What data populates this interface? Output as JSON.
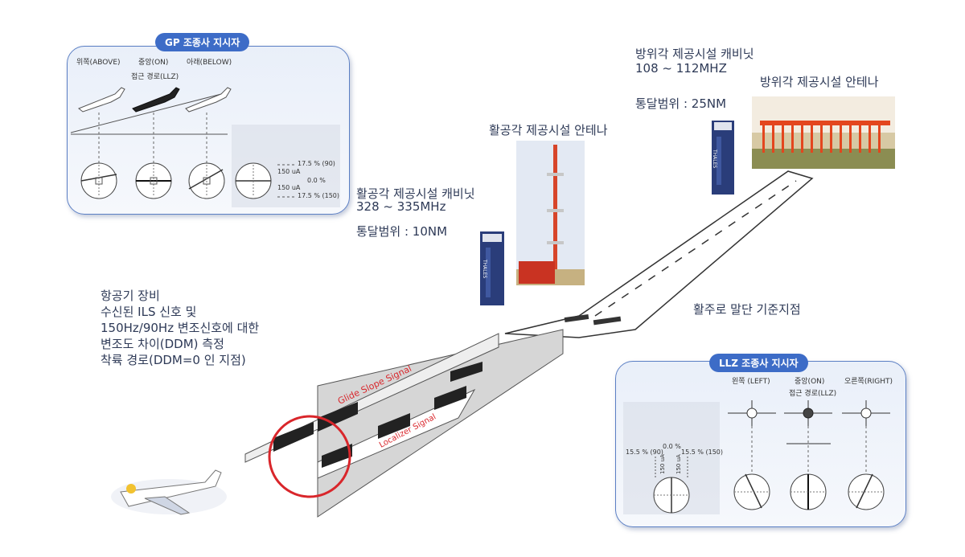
{
  "gp_panel": {
    "title": "GP 조종사 지시자",
    "label_above": "위쪽(ABOVE)",
    "label_on": "중앙(ON)",
    "label_below": "아래(BELOW)",
    "label_path": "접근 경로(LLZ)",
    "scale_top": "17.5 % (90)",
    "scale_ua_top": "150 uA",
    "scale_mid": "0.0 %",
    "scale_ua_bottom": "150 uA",
    "scale_bottom": "17.5 % (150)"
  },
  "llz_panel": {
    "title": "LLZ 조종사 지시자",
    "label_left": "왼쪽 (LEFT)",
    "label_on": "중앙(ON)",
    "label_right": "오른쪽(RIGHT)",
    "label_path": "접근 경로(LLZ)",
    "scale_left": "15.5 % (90)",
    "scale_mid": "0.0 %",
    "scale_right": "15.5 % (150)",
    "ua_left": "150 uA",
    "ua_right": "150 uA"
  },
  "localizer": {
    "cabinet_title": "방위각 제공시설 캐비닛",
    "cabinet_freq": "108 ~ 112MHZ",
    "cabinet_range": "통달범위 : 25NM",
    "antenna_label": "방위각 제공시설 안테나"
  },
  "glideslope": {
    "antenna_label": "활공각 제공시설 안테나",
    "cabinet_title": "활공각 제공시설 캐비닛",
    "cabinet_freq": "328 ~ 335MHz",
    "cabinet_range": "통달범위 : 10NM"
  },
  "runway_end_label": "활주로 말단 기준지점",
  "aircraft_text": [
    "항공기 장비",
    "수신된 ILS 신호 및",
    "150Hz/90Hz 변조신호에 대한",
    "변조도 차이(DDM) 측정",
    "착륙 경로(DDM=0 인 지점)"
  ],
  "signal_labels": {
    "glide_slope": "Glide Slope Signal",
    "localizer": "Localizer Signal"
  },
  "cabinet_brand": "THALES",
  "colors": {
    "panel_border": "#5b7fc4",
    "pill": "#3d6cc7",
    "text": "#2e3a57",
    "red_circle": "#d9262b",
    "signal_text": "#d9262b"
  }
}
